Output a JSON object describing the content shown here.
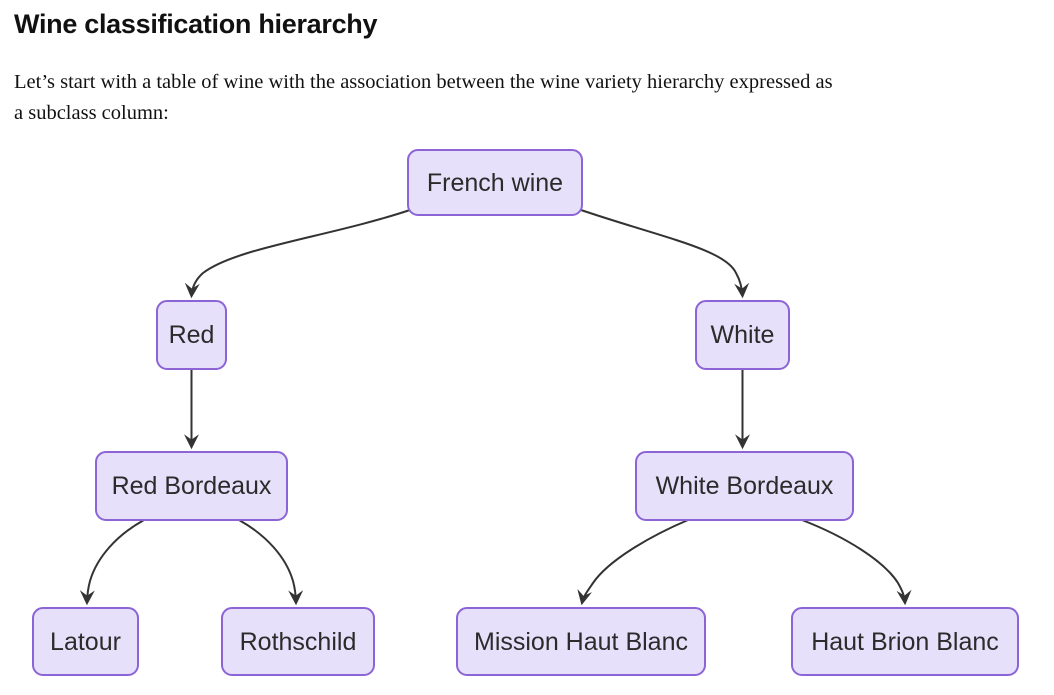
{
  "page": {
    "title": "Wine classification hierarchy",
    "intro": {
      "lines": [
        "Let’s start with a table of wine with the association between the wine variety hierarchy expressed as",
        "a subclass column:"
      ]
    }
  },
  "diagram": {
    "type": "flowchart",
    "direction": "top-down",
    "colors": {
      "node_fill": "#e6e0fa",
      "node_border": "#8c64d6",
      "edge": "#333333",
      "label_text": "#2b2b2b"
    },
    "nodes": [
      {
        "id": "french-wine",
        "label": "French wine"
      },
      {
        "id": "red",
        "label": "Red"
      },
      {
        "id": "white",
        "label": "White"
      },
      {
        "id": "red-bordeaux",
        "label": "Red Bordeaux"
      },
      {
        "id": "white-bordeaux",
        "label": "White Bordeaux"
      },
      {
        "id": "latour",
        "label": "Latour"
      },
      {
        "id": "rothschild",
        "label": "Rothschild"
      },
      {
        "id": "mission-haut-blanc",
        "label": "Mission Haut Blanc"
      },
      {
        "id": "haut-brion-blanc",
        "label": "Haut Brion Blanc"
      }
    ],
    "edges": [
      {
        "from": "french-wine",
        "to": "red"
      },
      {
        "from": "french-wine",
        "to": "white"
      },
      {
        "from": "red",
        "to": "red-bordeaux"
      },
      {
        "from": "white",
        "to": "white-bordeaux"
      },
      {
        "from": "red-bordeaux",
        "to": "latour"
      },
      {
        "from": "red-bordeaux",
        "to": "rothschild"
      },
      {
        "from": "white-bordeaux",
        "to": "mission-haut-blanc"
      },
      {
        "from": "white-bordeaux",
        "to": "haut-brion-blanc"
      }
    ]
  }
}
